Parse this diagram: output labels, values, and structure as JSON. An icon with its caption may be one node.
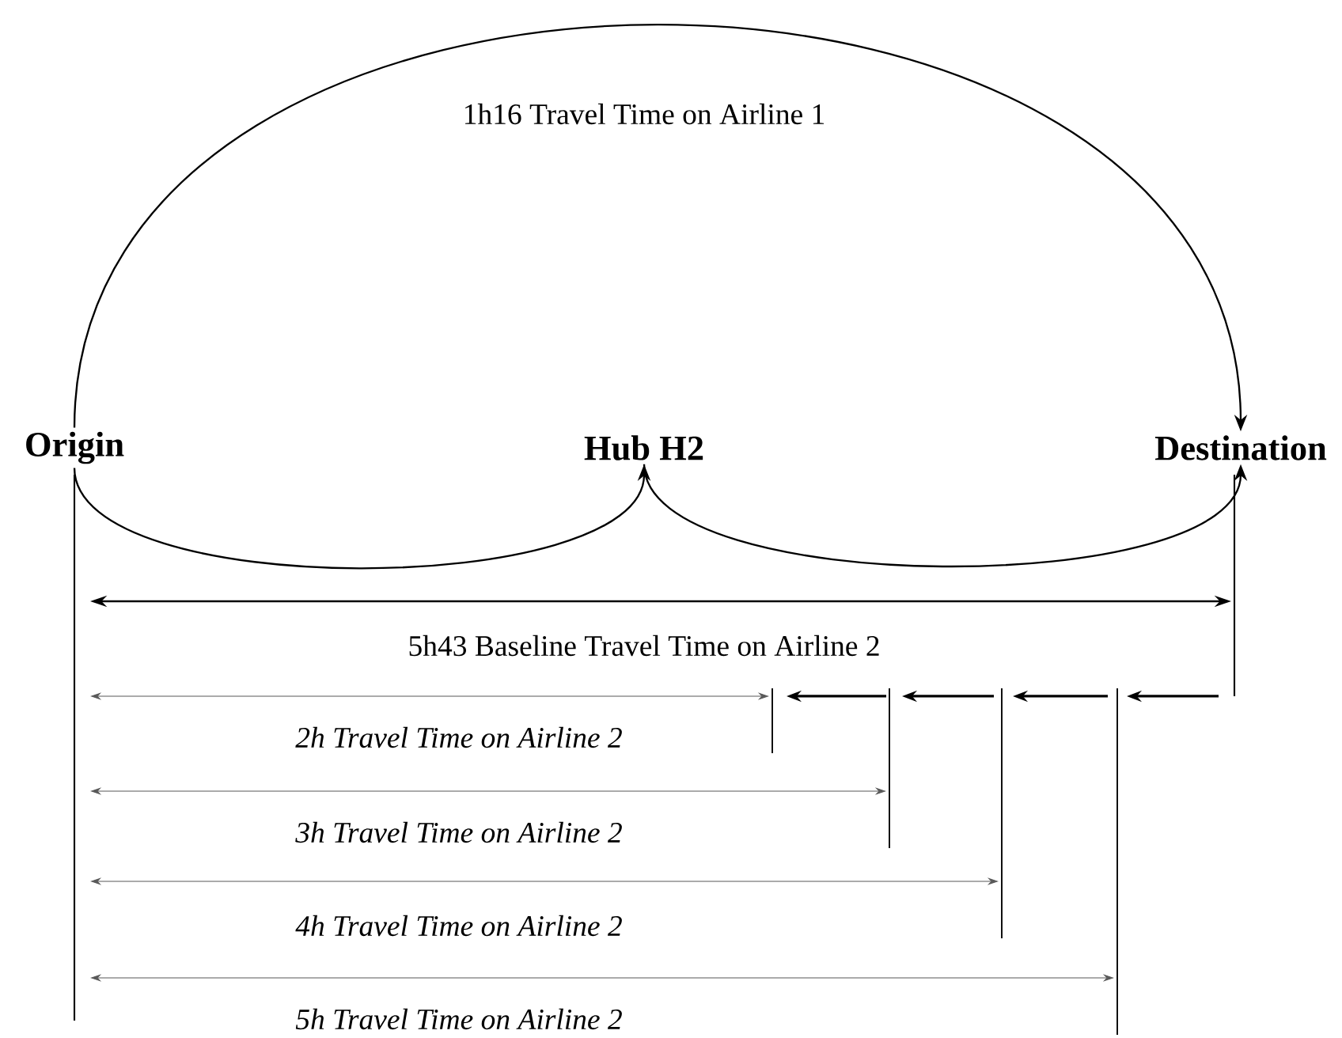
{
  "diagram": {
    "nodes": [
      {
        "text": [
          "Origin"
        ]
      },
      {
        "text": [
          "Hub H2"
        ]
      },
      {
        "text": [
          "Destination"
        ]
      }
    ],
    "edges": [
      {
        "from": 0,
        "to": 2,
        "arrow": "to",
        "label": "1h16 Travel Time on Airline 1"
      },
      {
        "from": 0,
        "to": 1,
        "arrow": "to"
      },
      {
        "from": 1,
        "to": 2,
        "arrow": "to"
      }
    ],
    "labels": [
      "5h43 Baseline Travel Time on Airline 2",
      "2h Travel Time on Airline 2",
      "3h Travel Time on Airline 2",
      "4h Travel Time on Airline 2",
      "5h Travel Time on Airline 2"
    ]
  }
}
